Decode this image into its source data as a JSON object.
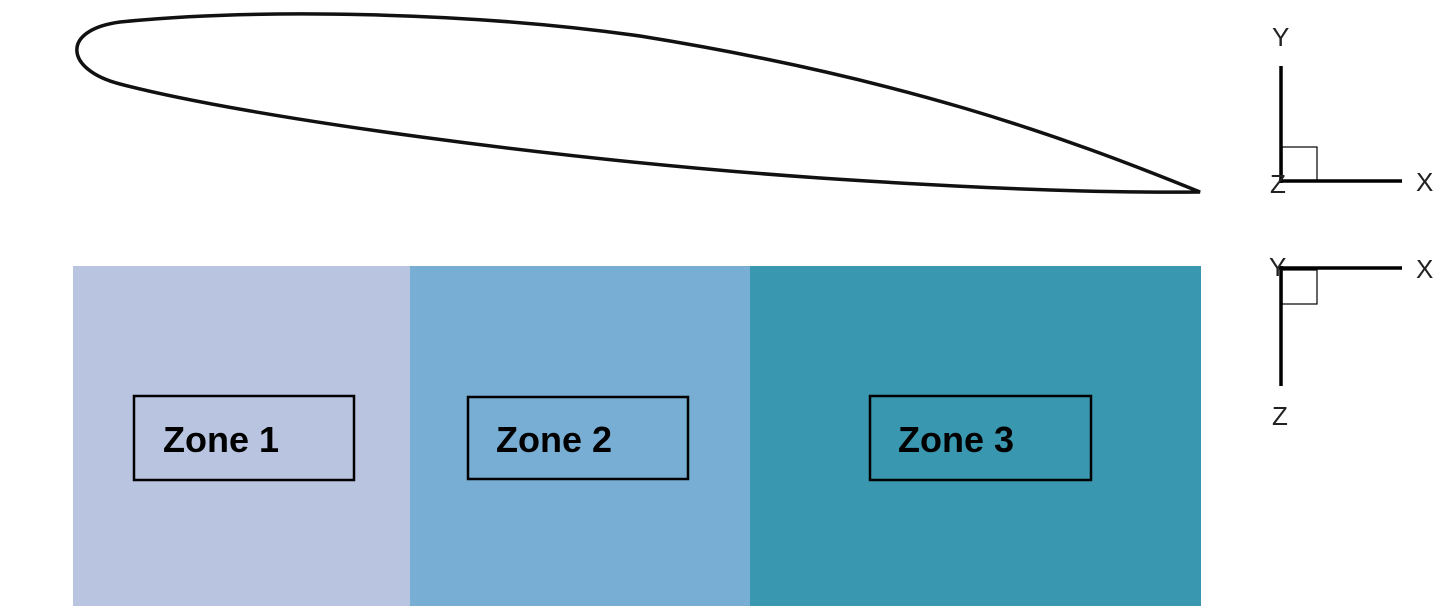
{
  "airfoil": {
    "outline_color": "#111111"
  },
  "zones": [
    {
      "label": "Zone 1",
      "color": "#b9c5e0"
    },
    {
      "label": "Zone 2",
      "color": "#78aed3"
    },
    {
      "label": "Zone 3",
      "color": "#3a97b0"
    }
  ],
  "axes_top": {
    "vertical_label": "Y",
    "horizontal_label": "X",
    "origin_label": "Z"
  },
  "axes_bottom": {
    "vertical_label": "Z",
    "horizontal_label": "X",
    "origin_label": "Y"
  }
}
